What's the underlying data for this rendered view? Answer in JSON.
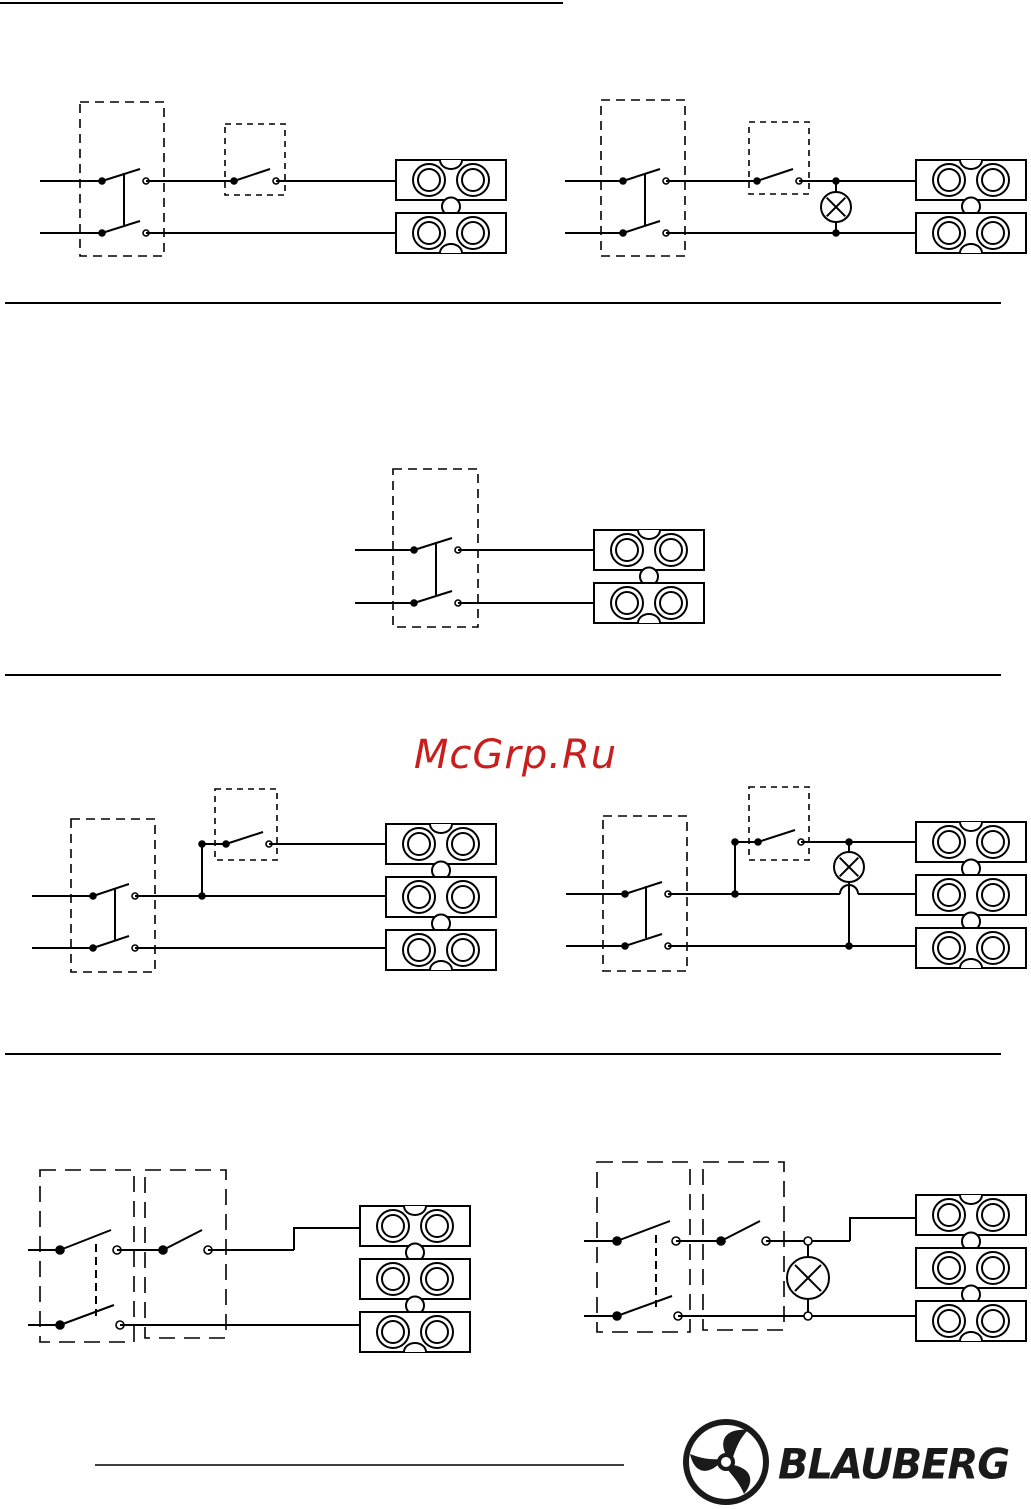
{
  "watermark": {
    "text": "McGrp.Ru",
    "color": "#c81e1e"
  },
  "brand": {
    "name": "BLAUBERG",
    "color": "#1a1a1a",
    "icon": "fan-logo-icon"
  },
  "colors": {
    "line": "#000000",
    "dash": "#000000"
  },
  "icons": {
    "terminal": "terminal-block-icon",
    "lamp": "lamp-icon",
    "switch": "switch-icon"
  },
  "diagrams": [
    {
      "id": "d1",
      "terminal_rows": 2,
      "lamp": false,
      "extra_switch": true
    },
    {
      "id": "d2",
      "terminal_rows": 2,
      "lamp": true,
      "extra_switch": true
    },
    {
      "id": "d3",
      "terminal_rows": 2,
      "lamp": false,
      "extra_switch": false
    },
    {
      "id": "d4",
      "terminal_rows": 3,
      "lamp": false,
      "extra_switch": true
    },
    {
      "id": "d5",
      "terminal_rows": 3,
      "lamp": true,
      "extra_switch": true
    },
    {
      "id": "d6",
      "terminal_rows": 3,
      "lamp": false,
      "extra_switch": true
    },
    {
      "id": "d7",
      "terminal_rows": 3,
      "lamp": true,
      "extra_switch": true
    }
  ]
}
